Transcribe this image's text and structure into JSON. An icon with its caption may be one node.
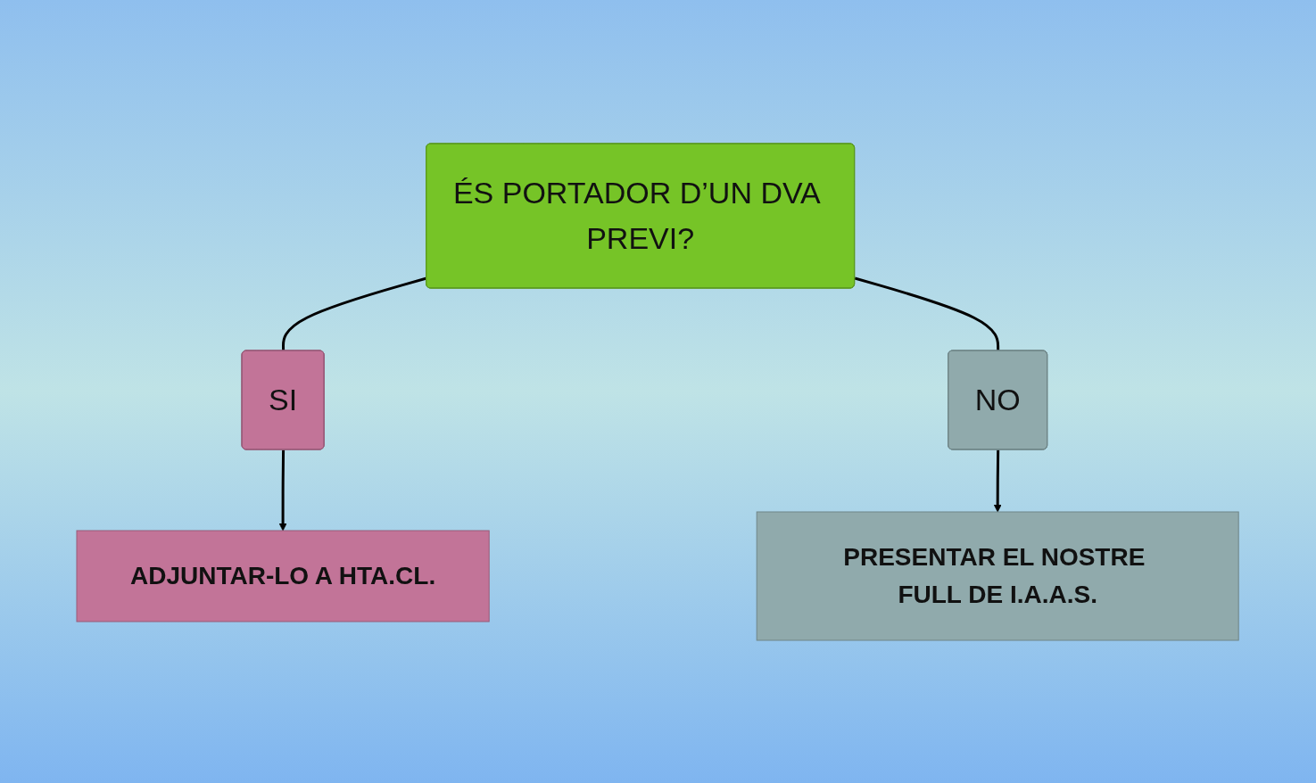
{
  "diagram": {
    "nodes": [
      {
        "text": [
          "ÉS PORTADOR D’UN DVA PREVI?"
        ]
      },
      {
        "text": [
          "SI"
        ]
      },
      {
        "text": [
          "NO"
        ]
      },
      {
        "text": [
          "ADJUNTAR-LO A HTA.CL."
        ]
      },
      {
        "text": [
          "PRESENTAR EL NOSTRE FULL DE I.A.A.S."
        ]
      }
    ],
    "edges": [
      {
        "from": 0,
        "to": 1,
        "arrow": "none"
      },
      {
        "from": 0,
        "to": 2,
        "arrow": "none"
      },
      {
        "from": 1,
        "to": 3,
        "arrow": "to"
      },
      {
        "from": 2,
        "to": 4,
        "arrow": "to"
      }
    ]
  }
}
